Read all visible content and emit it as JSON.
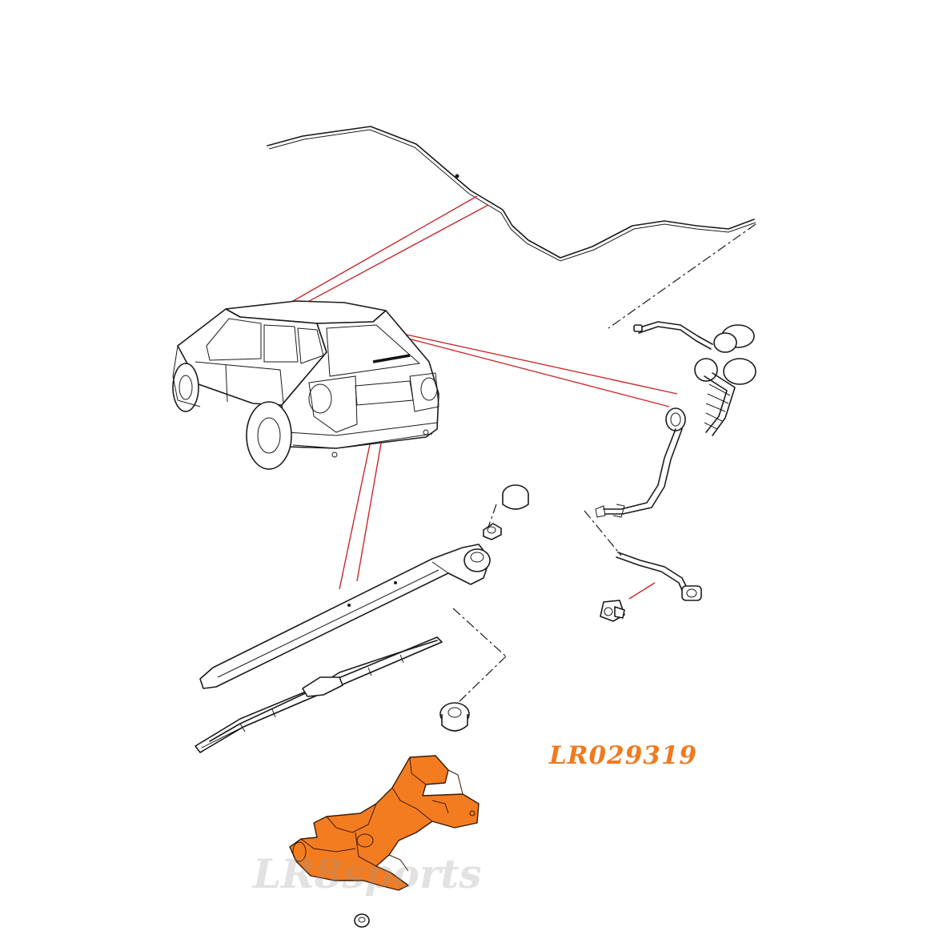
{
  "diagram": {
    "part_number": "LR029319",
    "watermark_text": "LR8sports",
    "colors": {
      "highlight": "#f47c20",
      "part_number_text": "#f07a1e",
      "leader_lines": "#c8282a",
      "outline": "#1a1a1a",
      "background": "#ffffff"
    },
    "components": [
      {
        "name": "washer-tube"
      },
      {
        "name": "vehicle"
      },
      {
        "name": "wiring-harness"
      },
      {
        "name": "connector-lead"
      },
      {
        "name": "connector-clip"
      },
      {
        "name": "wiper-arm"
      },
      {
        "name": "wiper-blade"
      },
      {
        "name": "arm-cap"
      },
      {
        "name": "spindle-nut"
      },
      {
        "name": "grommet"
      },
      {
        "name": "wiper-motor"
      },
      {
        "name": "fixing-nut"
      }
    ]
  }
}
